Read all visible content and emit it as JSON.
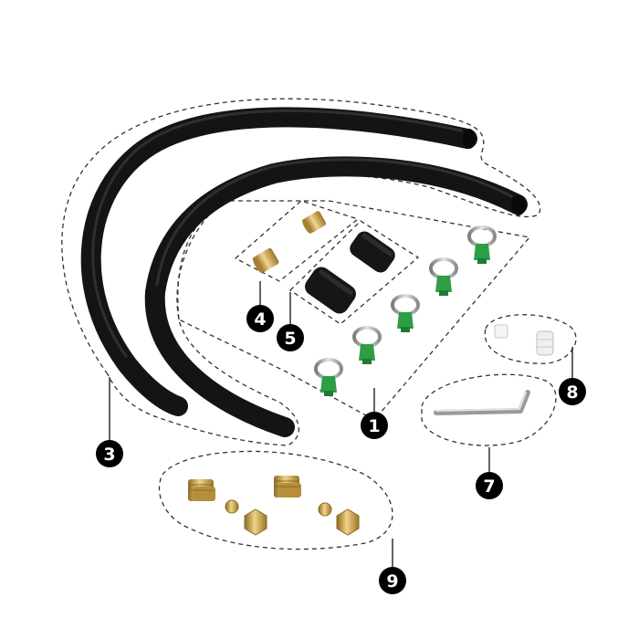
{
  "diagram": {
    "callouts": [
      {
        "id": "callout-1",
        "label": "1"
      },
      {
        "id": "callout-3",
        "label": "3"
      },
      {
        "id": "callout-4",
        "label": "4"
      },
      {
        "id": "callout-5",
        "label": "5"
      },
      {
        "id": "callout-7",
        "label": "7"
      },
      {
        "id": "callout-8",
        "label": "8"
      },
      {
        "id": "callout-9",
        "label": "9"
      }
    ]
  },
  "colors": {
    "hose": "#141414",
    "clamp_green": "#2e9e46",
    "clamp_metal": "#8a8f94",
    "brass": "#c9a24a",
    "callout_fill": "#000000",
    "dashed_outline": "#333333"
  }
}
